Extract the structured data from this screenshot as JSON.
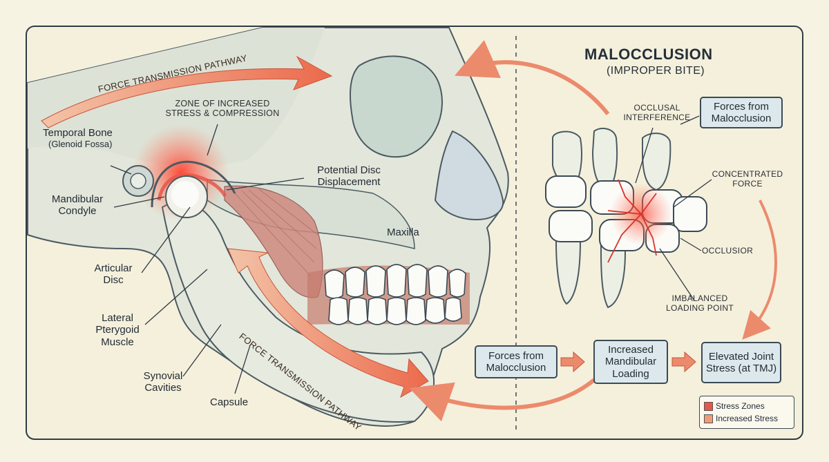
{
  "right_panel": {
    "title": "MALOCCLUSION",
    "subtitle": "(IMPROPER BITE)"
  },
  "labels": {
    "force_pathway_top": "FORCE TRANSMISSION PATHWAY",
    "force_pathway_bottom": "FORCE TRANSMISSION PATHWAY",
    "zone_stress": "ZONE OF INCREASED STRESS & COMPRESSION",
    "temporal_bone": "Temporal Bone",
    "glenoid_fossa": "(Glenoid Fossa)",
    "mandibular_condyle": "Mandibular Condyle",
    "disc_displacement": "Potential Disc Displacement",
    "maxilla": "Maxilla",
    "articular_disc": "Articular Disc",
    "lateral_pterygoid": "Lateral Pterygoid Muscle",
    "synovial_cavities": "Synovial Cavities",
    "capsule": "Capsule",
    "occlusal_interference": "OCCLUSAL INTERFERENCE",
    "concentrated_force": "CONCENTRATED FORCE",
    "occlusior": "OCCLUSIOR",
    "imbalanced_loading": "IMBALANCED LOADING POINT"
  },
  "boxes": {
    "forces_top": "Forces from Malocclusion",
    "forces_flow": "Forces from Malocclusion",
    "increased_loading": "Increased Mandibular Loading",
    "elevated_stress": "Elevated Joint Stress (at TMJ)"
  },
  "legend": {
    "items": [
      {
        "label": "Stress Zones",
        "color": "#e8554a"
      },
      {
        "label": "Increased Stress",
        "color": "#ef9c78"
      }
    ]
  },
  "colors": {
    "background": "#f7f3e3",
    "skull": "#e4e7dc",
    "outline": "#3a4a55",
    "arrow": "#ec8a6c",
    "stress": "#e8554a"
  }
}
